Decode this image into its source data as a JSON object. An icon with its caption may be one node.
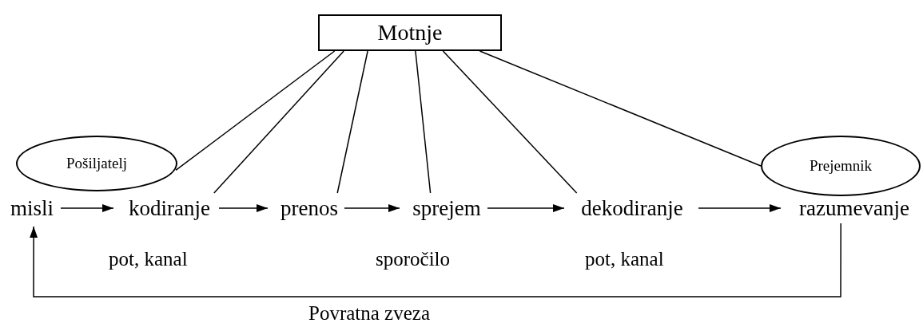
{
  "diagram": {
    "nodes": [
      {
        "text": [
          "Motnje"
        ]
      },
      {
        "text": [
          "Pošiljatelj"
        ]
      },
      {
        "text": [
          "Prejemnik"
        ]
      },
      {
        "text": [
          "misli"
        ]
      },
      {
        "text": [
          "kodiranje"
        ]
      },
      {
        "text": [
          "prenos"
        ]
      },
      {
        "text": [
          "sprejem"
        ]
      },
      {
        "text": [
          "dekodiranje"
        ]
      },
      {
        "text": [
          "razumevanje"
        ]
      }
    ],
    "edges": [
      {
        "from": 0,
        "to": 1,
        "arrow": "none"
      },
      {
        "from": 0,
        "to": 4,
        "arrow": "none"
      },
      {
        "from": 0,
        "to": 5,
        "arrow": "none"
      },
      {
        "from": 0,
        "to": 6,
        "arrow": "none"
      },
      {
        "from": 0,
        "to": 7,
        "arrow": "none"
      },
      {
        "from": 0,
        "to": 2,
        "arrow": "none"
      },
      {
        "from": 3,
        "to": 4,
        "arrow": "to"
      },
      {
        "from": 4,
        "to": 5,
        "arrow": "to"
      },
      {
        "from": 5,
        "to": 6,
        "arrow": "to"
      },
      {
        "from": 6,
        "to": 7,
        "arrow": "to"
      },
      {
        "from": 7,
        "to": 8,
        "arrow": "to"
      },
      {
        "from": 8,
        "to": 3,
        "arrow": "to",
        "label": "Povratna zveza"
      }
    ],
    "labels": [
      "pot, kanal",
      "sporočilo",
      "pot, kanal"
    ]
  }
}
